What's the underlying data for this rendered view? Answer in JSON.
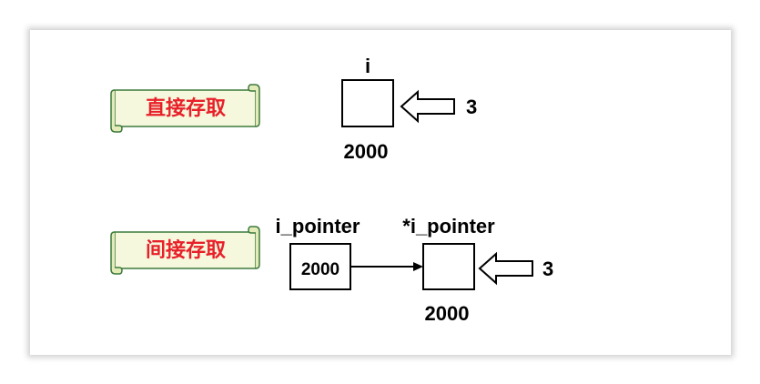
{
  "direct": {
    "label": "直接存取",
    "var_name": "i",
    "address": "2000",
    "value": "3"
  },
  "indirect": {
    "label": "间接存取",
    "pointer_name": "i_pointer",
    "pointer_value": "2000",
    "target_name": "*i_pointer",
    "target_address": "2000",
    "value": "3"
  },
  "colors": {
    "scroll_fill": "#f5f8dc",
    "scroll_stroke": "#3d7a3d",
    "label_text": "#e8202a",
    "line": "#000000"
  }
}
